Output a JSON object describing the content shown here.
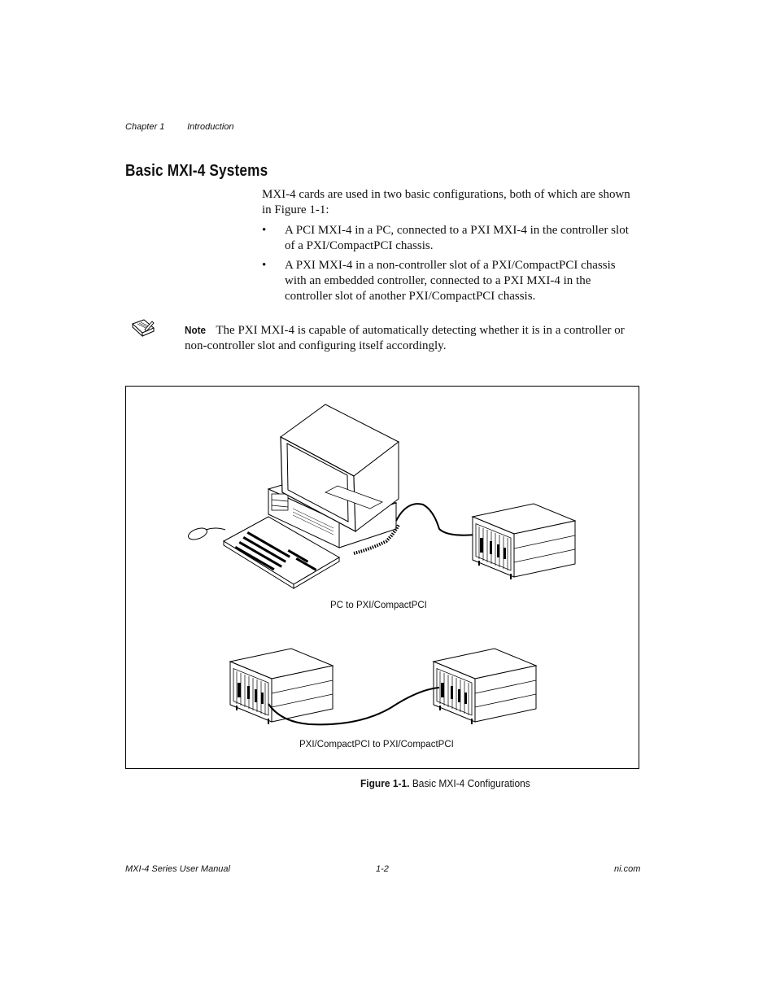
{
  "header": {
    "chapter": "Chapter 1",
    "section": "Introduction"
  },
  "section_title": "Basic MXI-4 Systems",
  "intro": "MXI-4 cards are used in two basic configurations, both of which are shown in Figure 1-1:",
  "bullets": [
    "A PCI MXI-4 in a PC, connected to a PXI MXI-4 in the controller slot of a PXI/CompactPCI chassis.",
    "A PXI MXI-4 in a non-controller slot of a PXI/CompactPCI chassis with an embedded controller, connected to a PXI MXI-4 in the controller slot of another PXI/CompactPCI chassis."
  ],
  "bullet_symbol": "•",
  "note": {
    "label": "Note",
    "text": "The PXI MXI-4 is capable of automatically detecting whether it is in a controller or non-controller slot and configuring itself accordingly.",
    "icon": "note-pad-icon"
  },
  "figure": {
    "top_caption": "PC to PXI/CompactPCI",
    "bottom_caption": "PXI/CompactPCI to PXI/CompactPCI",
    "number": "Figure 1-1.",
    "title": "Basic MXI-4 Configurations"
  },
  "footer": {
    "left": "MXI-4 Series User Manual",
    "center": "1-2",
    "right": "ni.com"
  }
}
